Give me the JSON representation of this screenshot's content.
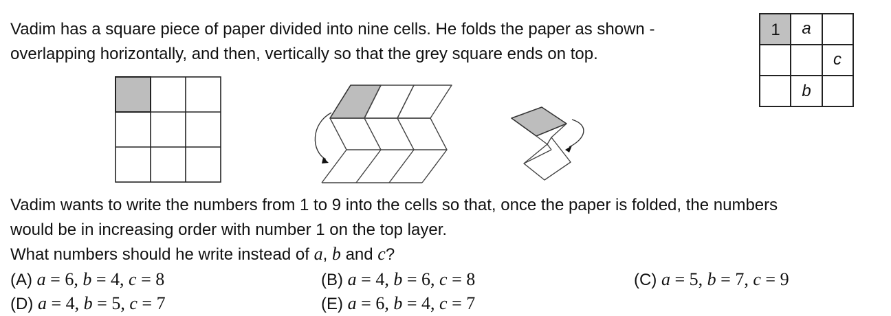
{
  "intro": {
    "line1": "Vadim has a square piece of paper divided into nine cells. He folds the paper as shown -",
    "line2": "overlapping horizontally, and then, vertically so that the grey square ends on top."
  },
  "key_grid": {
    "cells": [
      "1",
      "a",
      "",
      "",
      "",
      "c",
      "",
      "b",
      ""
    ],
    "highlight_color": "#c0c0c0"
  },
  "question": {
    "line1": "Vadim wants to write the numbers from 1 to 9 into the cells so that, once the paper is folded, the numbers",
    "line2": "would be in increasing order with number 1 on the top layer.",
    "line3_prefix": "What numbers should he write instead of ",
    "var_a": "a",
    "sep1": ", ",
    "var_b": "b",
    "sep2": " and ",
    "var_c": "c",
    "suffix": "?"
  },
  "options": [
    {
      "label": "(A)",
      "a": "6",
      "b": "4",
      "c": "8"
    },
    {
      "label": "(B)",
      "a": "4",
      "b": "6",
      "c": "8"
    },
    {
      "label": "(C)",
      "a": "5",
      "b": "7",
      "c": "9"
    },
    {
      "label": "(D)",
      "a": "4",
      "b": "5",
      "c": "7"
    },
    {
      "label": "(E)",
      "a": "6",
      "b": "4",
      "c": "7"
    }
  ],
  "colors": {
    "grey_cell": "#bdbdbd",
    "line": "#222222"
  }
}
